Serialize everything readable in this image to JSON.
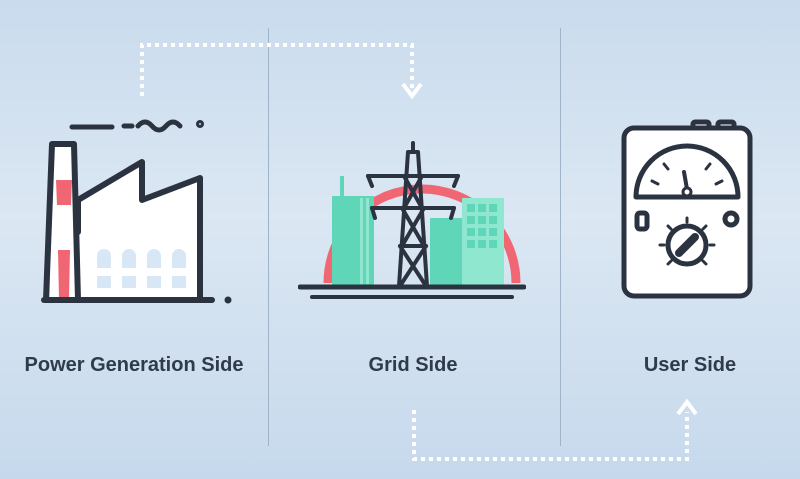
{
  "columns": [
    {
      "label": "Power Generation Side",
      "icon": "factory-icon"
    },
    {
      "label": "Grid Side",
      "icon": "transmission-tower-icon"
    },
    {
      "label": "User Side",
      "icon": "electric-meter-icon"
    }
  ],
  "colors": {
    "background": "#d3e2f0",
    "outline": "#2b3340",
    "accent_red": "#f06673",
    "accent_teal": "#5fd6b8",
    "arrow": "#ffffff"
  }
}
